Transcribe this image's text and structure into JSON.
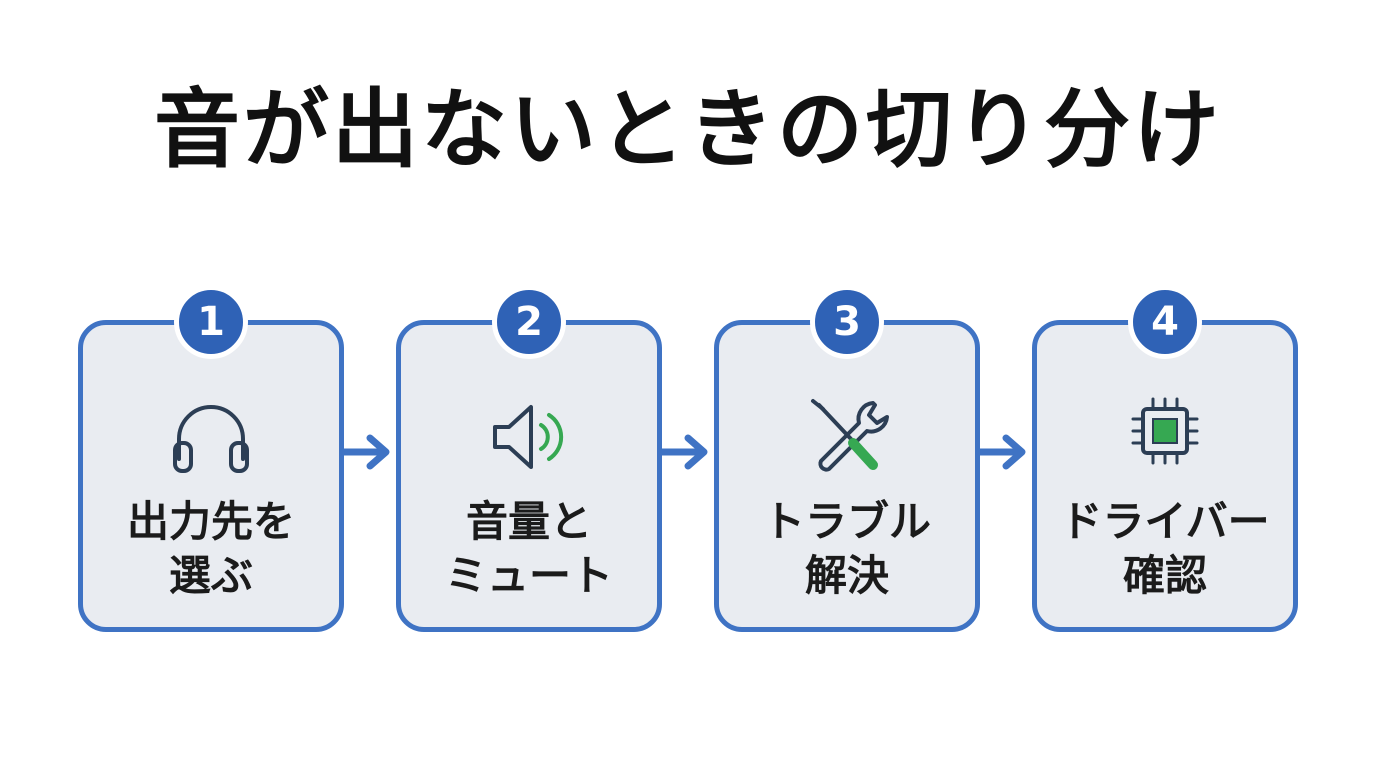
{
  "title": "音が出ないときの切り分け",
  "colors": {
    "accent": "#3f73c4",
    "badge": "#2f62b6",
    "card_fill": "#e9ecf1",
    "icon_green": "#36a852",
    "icon_line": "#2c3e55"
  },
  "steps": [
    {
      "number": "1",
      "line1": "出力先を",
      "line2": "選ぶ",
      "icon": "headphones-icon"
    },
    {
      "number": "2",
      "line1": "音量と",
      "line2": "ミュート",
      "icon": "speaker-icon"
    },
    {
      "number": "3",
      "line1": "トラブル",
      "line2": "解決",
      "icon": "tools-icon"
    },
    {
      "number": "4",
      "line1": "ドライバー",
      "line2": "確認",
      "icon": "chip-icon"
    }
  ]
}
